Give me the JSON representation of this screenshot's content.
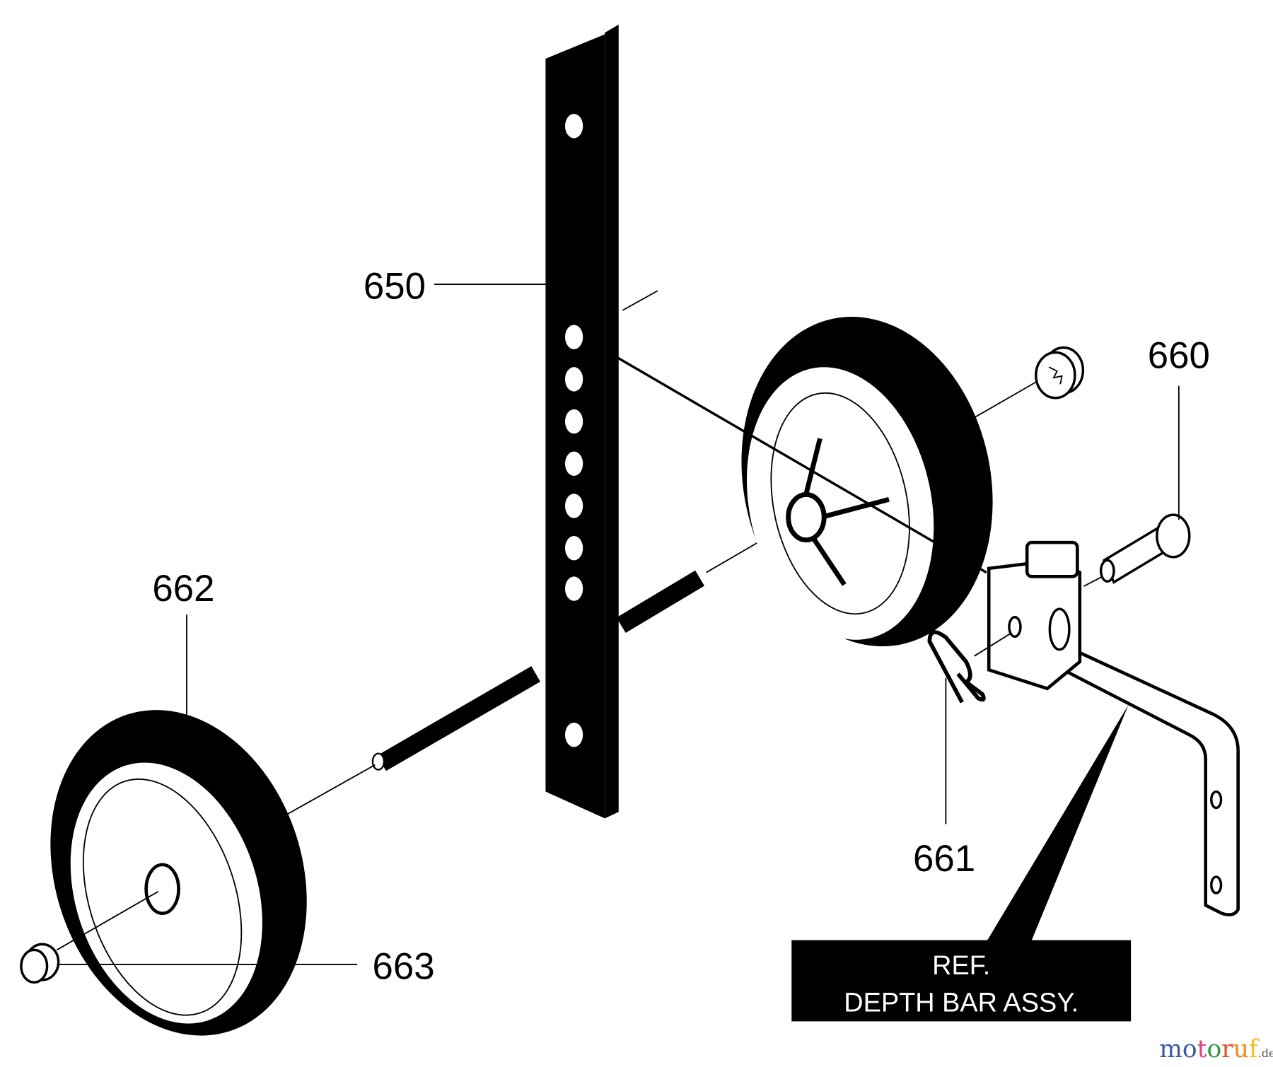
{
  "callouts": {
    "p650": "650",
    "p660": "660",
    "p661": "661",
    "p662": "662",
    "p663": "663"
  },
  "reference_box": {
    "line1": "REF.",
    "line2": "DEPTH BAR ASSY."
  },
  "watermark": {
    "letters": [
      "m",
      "o",
      "t",
      "o",
      "r",
      "u",
      "f"
    ],
    "colors": [
      "#3a5aa8",
      "#3a5aa8",
      "#e0407a",
      "#2e9a3c",
      "#e0502a",
      "#f08a1a",
      "#f0c020"
    ],
    "suffix": ".de"
  }
}
